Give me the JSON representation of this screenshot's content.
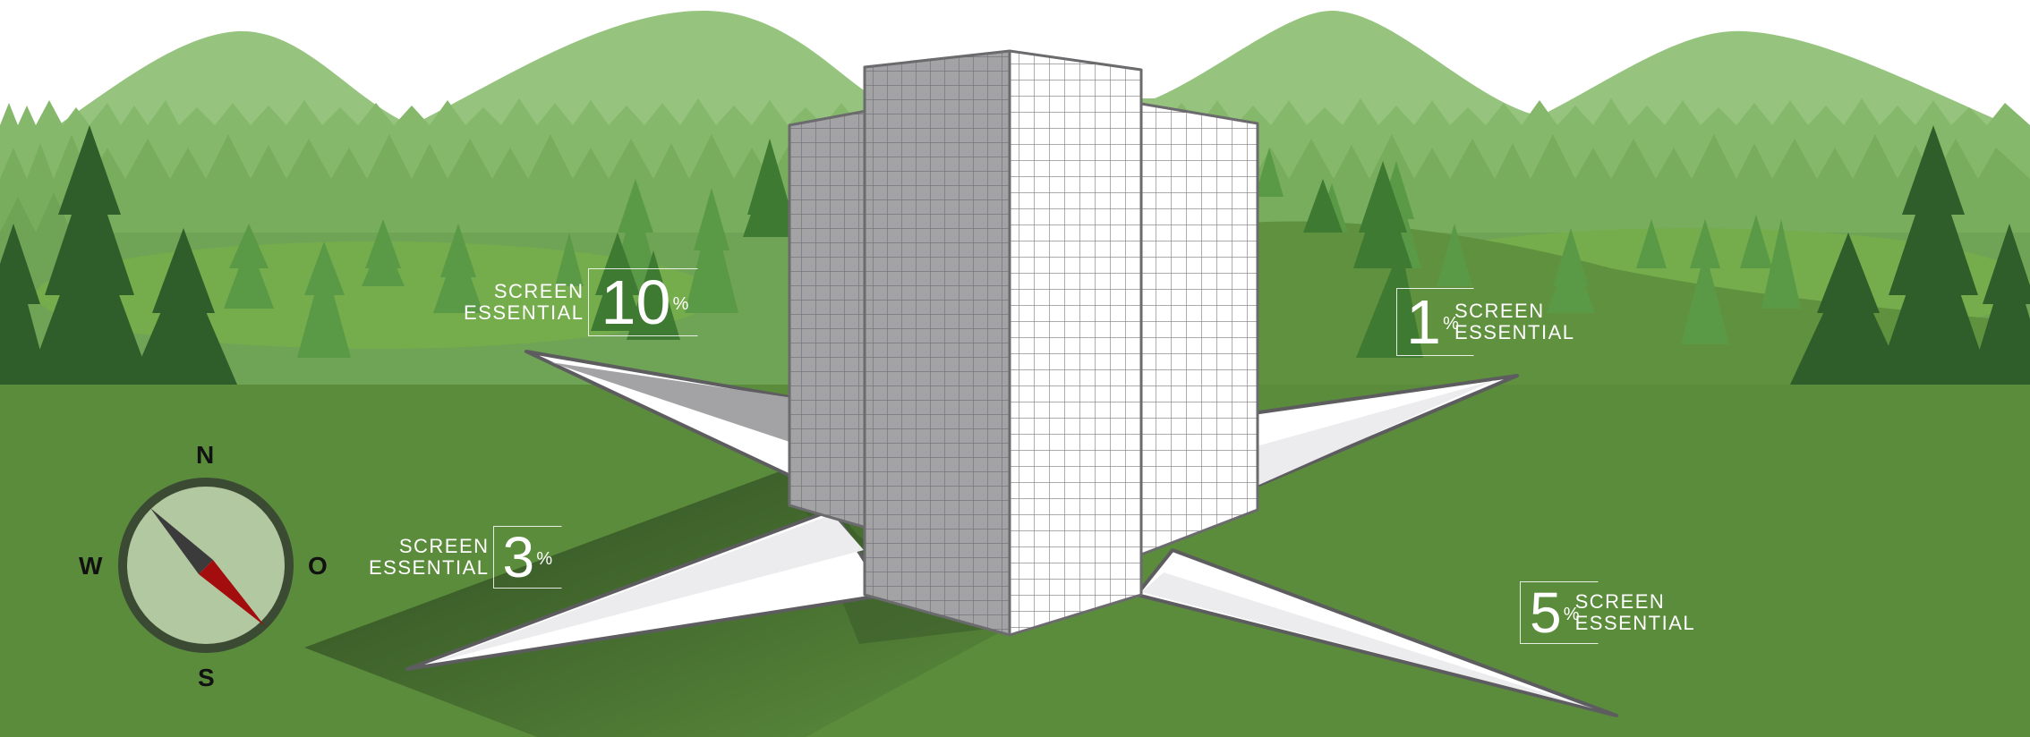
{
  "labels": [
    {
      "id": "nw",
      "word1": "SCREEN",
      "word2": "ESSENTIAL",
      "value": "10",
      "unit": "%"
    },
    {
      "id": "ne",
      "word1": "SCREEN",
      "word2": "ESSENTIAL",
      "value": "1",
      "unit": "%"
    },
    {
      "id": "sw",
      "word1": "SCREEN",
      "word2": "ESSENTIAL",
      "value": "3",
      "unit": "%"
    },
    {
      "id": "se",
      "word1": "SCREEN",
      "word2": "ESSENTIAL",
      "value": "5",
      "unit": "%"
    }
  ],
  "compass": {
    "north": "N",
    "south": "S",
    "west": "W",
    "east": "O"
  },
  "colors": {
    "sky": "#ffffff",
    "mountain": "#96c47f",
    "forest_light": "#7fb565",
    "forest_mid": "#5f9a48",
    "forest_dark": "#2f5e2a",
    "grass": "#5b8c3c",
    "shadow": "#2f4a22",
    "building_light": "#ffffff",
    "building_gray": "#a3a3a6",
    "outline": "#6b6b6e",
    "compass_face": "#b2c8a0",
    "needle_red": "#a30d0d",
    "needle_dark": "#3b3b3b"
  }
}
